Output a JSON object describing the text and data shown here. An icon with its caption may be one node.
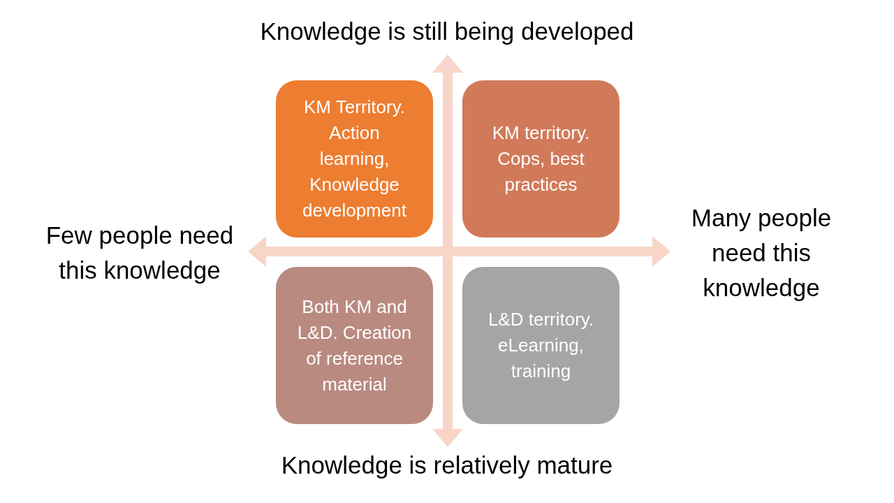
{
  "diagram": {
    "nodes": [
      {
        "text": [
          "Knowledge is still being developed"
        ]
      },
      {
        "text": [
          "KM Territory. Action learning, Knowledge development"
        ]
      },
      {
        "text": [
          "KM territory. Cops, best practices"
        ]
      },
      {
        "text": [
          "Few people need this knowledge"
        ]
      },
      {
        "text": [
          "Many people need this knowledge"
        ]
      },
      {
        "text": [
          "Both KM and L&D. Creation of reference material"
        ]
      },
      {
        "text": [
          "L&D territory. eLearning, training"
        ]
      },
      {
        "text": [
          "Knowledge is relatively mature"
        ]
      }
    ],
    "edges": [
      {
        "from": 7,
        "to": 0,
        "arrow": "both"
      },
      {
        "from": 3,
        "to": 4,
        "arrow": "both"
      }
    ]
  }
}
